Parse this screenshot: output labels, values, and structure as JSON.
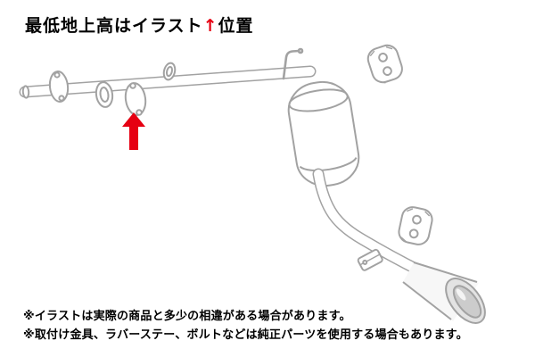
{
  "page": {
    "background": "#ffffff"
  },
  "title": {
    "prefix": "最低地上高はイラスト",
    "arrow": "↑",
    "suffix": "位置",
    "arrow_color": "#e60012"
  },
  "annotation": {
    "name": "minimum-ground-clearance-pointer",
    "arrow_color": "#e60012"
  },
  "diagram": {
    "type": "exhaust-system-illustration",
    "line_color": "#a2a2a2",
    "parts": [
      "front-pipe-end",
      "flange-plate-front",
      "gasket-ring",
      "flange-plate-rear",
      "small-gasket-ring",
      "main-pipe",
      "hanger-rod",
      "rubber-mount-upper",
      "muffler-body",
      "outlet-pipe",
      "pipe-clamp",
      "rubber-mount-lower",
      "exhaust-tip"
    ]
  },
  "footnotes": [
    "※イラストは実際の商品と多少の相違がある場合があります。",
    "※取付け金具、ラバーステー、ボルトなどは純正パーツを使用する場合もあります。"
  ]
}
